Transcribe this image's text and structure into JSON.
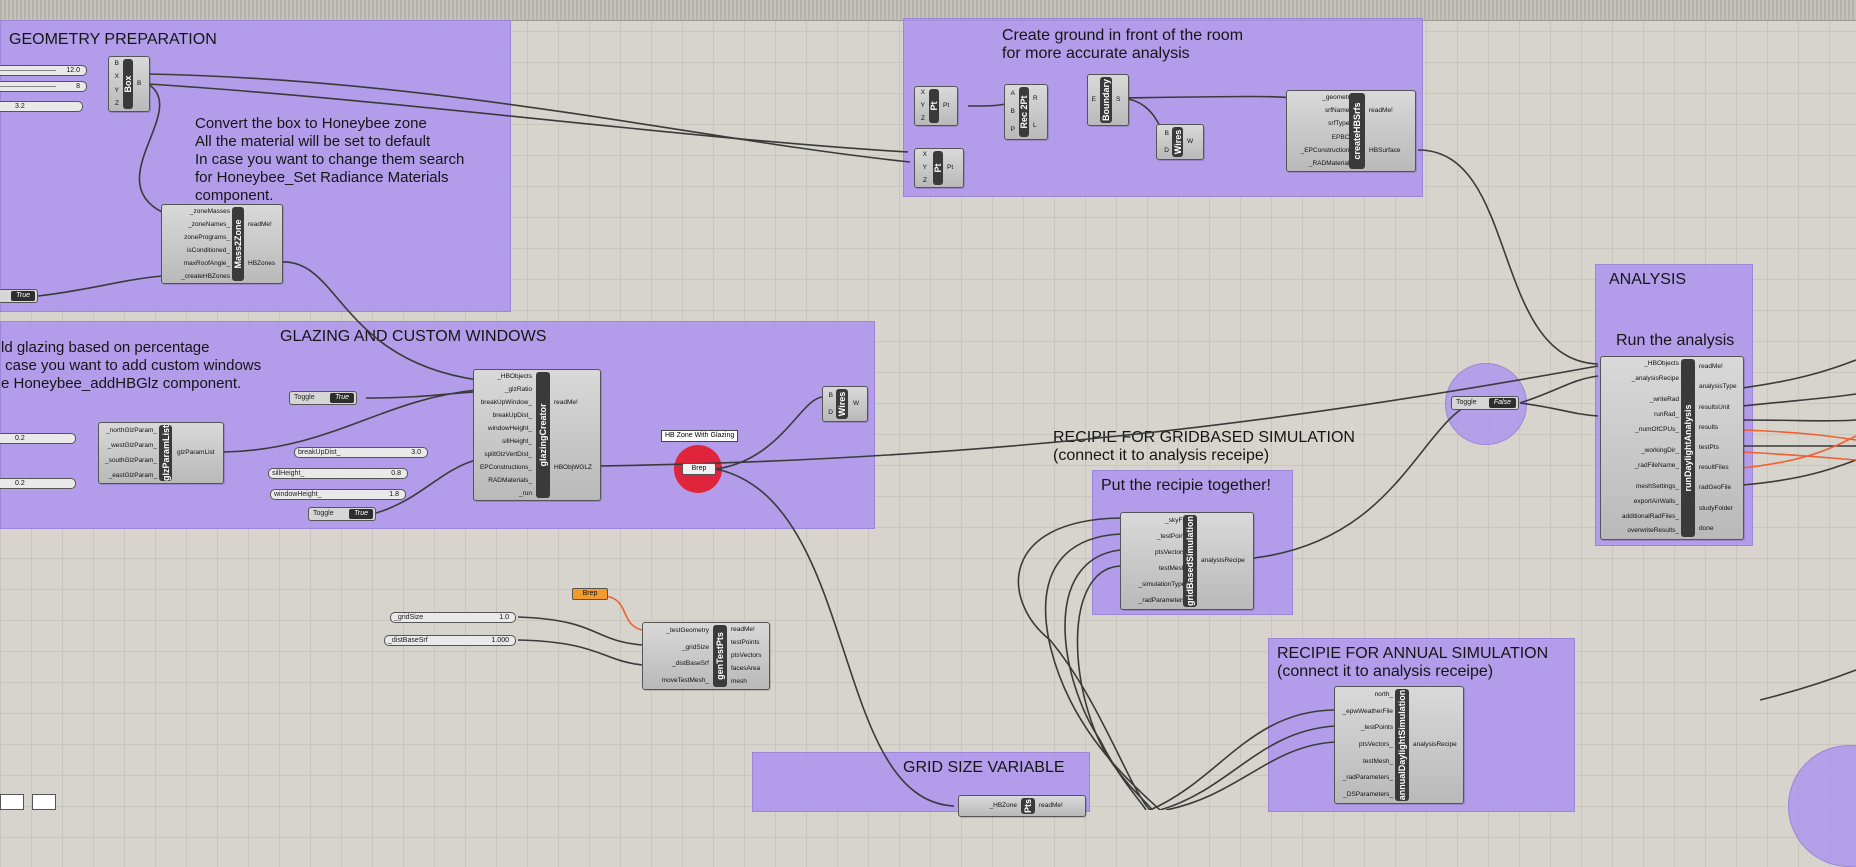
{
  "groups": {
    "geometry": {
      "title": "GEOMETRY PREPARATION",
      "note": "Convert the box to Honeybee zone\nAll the material will be set to default\nIn case you want to change them search\nfor Honeybee_Set Radiance Materials\ncomponent."
    },
    "ground": {
      "title": "Create ground in front of the room\nfor more accurate analysis"
    },
    "glazing": {
      "title": "GLAZING AND CUSTOM WINDOWS",
      "note": "ld glazing based on percentage\n case you want to add custom windows\ne Honeybee_addHBGlz component."
    },
    "analysis": {
      "title": "ANALYSIS",
      "subtitle": "Run the analysis"
    },
    "gridbased": {
      "title": "RECIPIE FOR GRIDBASED SIMULATION\n(connect it to analysis receipe)",
      "inner_title": "Put the recipie together!"
    },
    "annual": {
      "title": "RECIPIE FOR ANNUAL SIMULATION\n(connect it to analysis receipe)"
    },
    "gridsize": {
      "title": "GRID SIZE VARIABLE"
    }
  },
  "components": {
    "box": {
      "label": "Box",
      "inputs": [
        "B",
        "X",
        "Y",
        "Z"
      ],
      "outputs": [
        "B"
      ]
    },
    "masszone": {
      "label": "Mass2Zone",
      "inputs": [
        "_zoneMasses",
        "_zoneNames_",
        "zonePrograms_",
        "isConditioned_",
        "maxRoofAngle_",
        "_createHBZones"
      ],
      "outputs": [
        "readMe!",
        "HBZones"
      ]
    },
    "pt1": {
      "label": "Pt",
      "inputs": [
        "X",
        "Y",
        "Z"
      ],
      "outputs": [
        "Pt"
      ]
    },
    "pt2": {
      "label": "Pt",
      "inputs": [
        "X",
        "Y",
        "Z"
      ],
      "outputs": [
        "Pt"
      ]
    },
    "rec2pt": {
      "label": "Rec 2Pt",
      "inputs": [
        "A",
        "B",
        "P"
      ],
      "outputs": [
        "R",
        "L"
      ]
    },
    "boundary": {
      "label": "Boundary",
      "inputs": [
        "E"
      ],
      "outputs": [
        "S"
      ]
    },
    "wires1": {
      "label": "Wires",
      "inputs": [
        "B",
        "D"
      ],
      "outputs": [
        "W"
      ]
    },
    "createhbsrfs": {
      "label": "createHBSrfs",
      "inputs": [
        "_geometry",
        "srfName_",
        "srfType_",
        "EPBC_",
        "_EPConstruction_",
        "_RADMaterial_"
      ],
      "outputs": [
        "readMe!",
        "HBSurface"
      ]
    },
    "glzparamlist": {
      "label": "glzParamList",
      "inputs": [
        "_northGlzParam_",
        "_westGlzParam_",
        "_southGlzParam_",
        "_eastGlzParam_"
      ],
      "outputs": [
        "glzParamList"
      ]
    },
    "glazingcreator": {
      "label": "glazingCreator",
      "inputs": [
        "_HBObjects",
        "_glzRatio",
        "breakUpWindow_",
        "breakUpDist_",
        "windowHeight_",
        "sillHeight_",
        "splitGlzVertDist_",
        "EPConstructions_",
        "RADMaterials_",
        "_run"
      ],
      "outputs": [
        "readMe!",
        "HBObjWGLZ"
      ]
    },
    "wires2": {
      "label": "Wires",
      "inputs": [
        "B",
        "D"
      ],
      "outputs": [
        "W"
      ]
    },
    "gentestpts": {
      "label": "genTestPts",
      "inputs": [
        "_testGeometry",
        "_gridSize",
        "_distBaseSrf",
        "moveTestMesh_"
      ],
      "outputs": [
        "readMe!",
        "testPoints",
        "ptsVectors",
        "facesArea",
        "mesh"
      ]
    },
    "gridbasedsim": {
      "label": "gridBasedSimulation",
      "inputs": [
        "_skyFile",
        "_testPoints",
        "ptsVectors_",
        "testMesh_",
        "_simulationType_",
        "_radParameters_"
      ],
      "outputs": [
        "analysisRecipe"
      ]
    },
    "annualsim": {
      "label": "annualDaylightSimulation",
      "inputs": [
        "north_",
        "_epwWeatherFile",
        "_testPoints",
        "ptsVectors_",
        "testMesh_",
        "_radParameters_",
        "_DSParameters_"
      ],
      "outputs": [
        "analysisRecipe"
      ]
    },
    "rundaylight": {
      "label": "runDaylightAnalysis",
      "inputs": [
        "_HBObjects",
        "_analysisRecipe",
        "",
        "_writeRad",
        "runRad_",
        "_numOfCPUs_",
        "",
        "_workingDir_",
        "_radFileName_",
        "",
        "meshSettings_",
        "exportAirWalls_",
        "additionalRadFiles_",
        "overwriteResults_"
      ],
      "outputs": [
        "readMe!",
        "analysisType",
        "resultsUnit",
        "results",
        "testPts",
        "resultFiles",
        "radGeoFile",
        "studyFolder",
        "done"
      ]
    },
    "hbzone": {
      "label": "Pts",
      "inputs": [
        "_HBZone"
      ],
      "outputs": [
        "readMe!"
      ]
    }
  },
  "sliders": {
    "box_x": {
      "name": "",
      "value": "12.0"
    },
    "box_y": {
      "name": "",
      "value": "8"
    },
    "box_z": {
      "name": "",
      "value": "3.2"
    },
    "glz_north": {
      "name": "",
      "value": "0.2"
    },
    "glz_east": {
      "name": "",
      "value": "0.2"
    },
    "breakup": {
      "name": "breakUpDist_",
      "value": "3.0"
    },
    "sill": {
      "name": "sillHeight_",
      "value": "0.8"
    },
    "window": {
      "name": "windowHeight_",
      "value": "1.8"
    },
    "gridsize": {
      "name": "_gridSize",
      "value": "1.0"
    },
    "distbase": {
      "name": "_distBaseSrf",
      "value": "1.000"
    }
  },
  "toggles": {
    "create_zones": {
      "name": "",
      "value": "True"
    },
    "breakup_window": {
      "name": "Toggle",
      "value": "True"
    },
    "run_glazing": {
      "name": "Toggle",
      "value": "True"
    },
    "write_rad": {
      "name": "Toggle",
      "value": "False"
    }
  },
  "params": {
    "brep_glazed": "Brep",
    "brep_orange": "Brep",
    "brep_tag": "HB Zone With Glazing"
  }
}
